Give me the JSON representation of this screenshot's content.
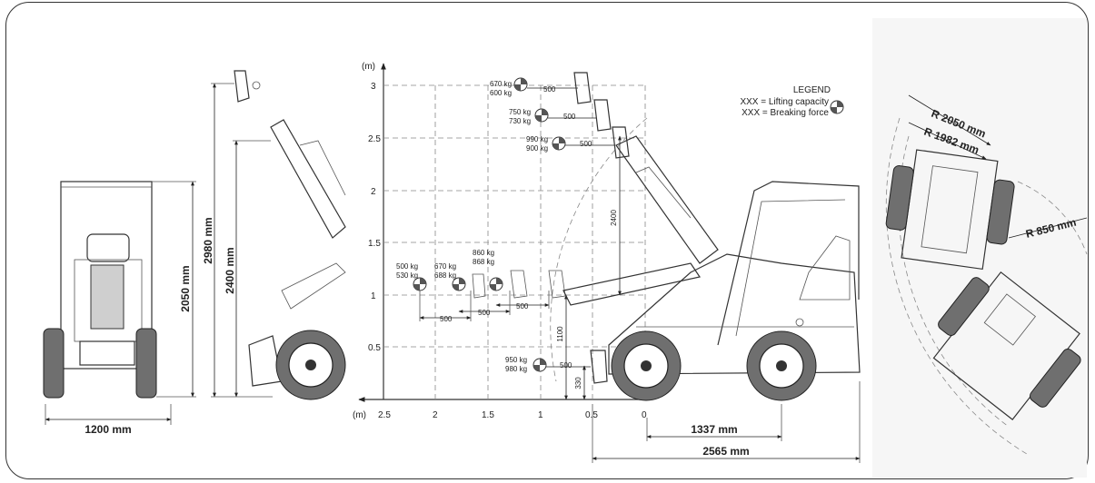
{
  "front_view": {
    "width_label": "1200 mm",
    "height_label": "2050 mm"
  },
  "side_view": {
    "max_height_label": "2980 mm",
    "lift_height_label": "2400 mm"
  },
  "lift_chart": {
    "y_axis_unit": "(m)",
    "x_axis_unit": "(m)",
    "y_ticks": [
      "0.5",
      "1",
      "1.5",
      "2",
      "2.5",
      "3"
    ],
    "x_ticks": [
      "2.5",
      "2",
      "1.5",
      "1",
      "0.5",
      "0"
    ],
    "legend": {
      "title": "LEGEND",
      "lifting": "XXX = Lifting capacity",
      "breaking": "XXX = Breaking force"
    },
    "load_points": [
      {
        "lifting": "670 kg",
        "breaking": "600 kg",
        "offset": "500"
      },
      {
        "lifting": "750 kg",
        "breaking": "730 kg",
        "offset": "500"
      },
      {
        "lifting": "990 kg",
        "breaking": "900 kg",
        "offset": "500"
      },
      {
        "lifting": "500 kg",
        "breaking": "530 kg"
      },
      {
        "lifting": "670 kg",
        "breaking": "688 kg"
      },
      {
        "lifting": "860 kg",
        "breaking": "868 kg"
      },
      {
        "lifting": "950 kg",
        "breaking": "980 kg",
        "offset": "500"
      }
    ],
    "horizontal_offsets": [
      "500",
      "500",
      "500"
    ],
    "vertical_dims": [
      "2400",
      "1100",
      "330"
    ]
  },
  "machine_dims": {
    "wheelbase_label": "1337 mm",
    "length_label": "2565 mm"
  },
  "top_view": {
    "outer_radius": "R 2050 mm",
    "inner_radius": "R 1982 mm",
    "small_radius": "R 850 mm"
  }
}
